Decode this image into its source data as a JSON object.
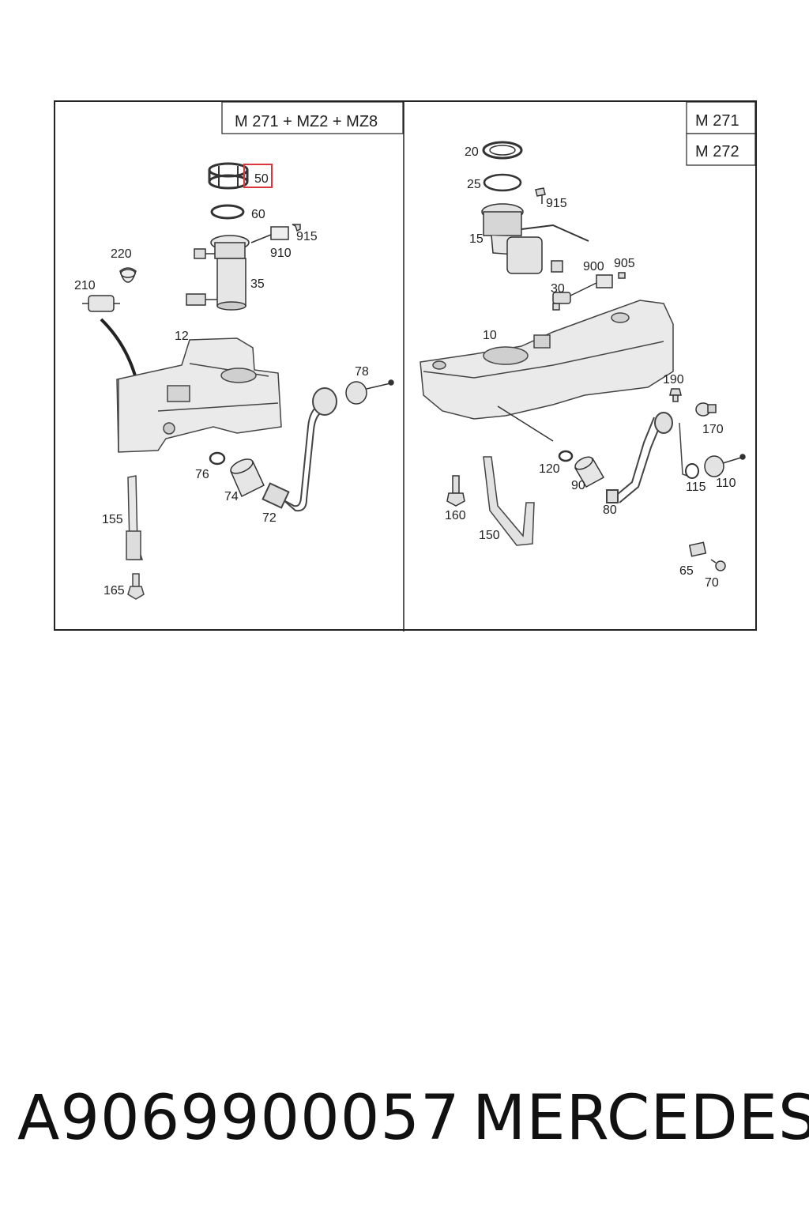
{
  "panels": {
    "left_header": "M 271 + MZ2 + MZ8",
    "right_header_1": "M 271",
    "right_header_2": "M 272"
  },
  "callouts": {
    "c50": "50",
    "c60": "60",
    "c915a": "915",
    "c910": "910",
    "c35": "35",
    "c220": "220",
    "c210": "210",
    "c12": "12",
    "c78": "78",
    "c76": "76",
    "c74": "74",
    "c72": "72",
    "c155": "155",
    "c165": "165",
    "c20": "20",
    "c25": "25",
    "c915b": "915",
    "c15": "15",
    "c900": "900",
    "c905": "905",
    "c30": "30",
    "c10": "10",
    "c190": "190",
    "c170": "170",
    "c120": "120",
    "c90": "90",
    "c115": "115",
    "c110": "110",
    "c160": "160",
    "c80": "80",
    "c150": "150",
    "c65": "65",
    "c70": "70"
  },
  "highlight": {
    "part": "50",
    "color": "#d9363e"
  },
  "footer": {
    "part_number": "A9069900057",
    "brand": "MERCEDES"
  }
}
